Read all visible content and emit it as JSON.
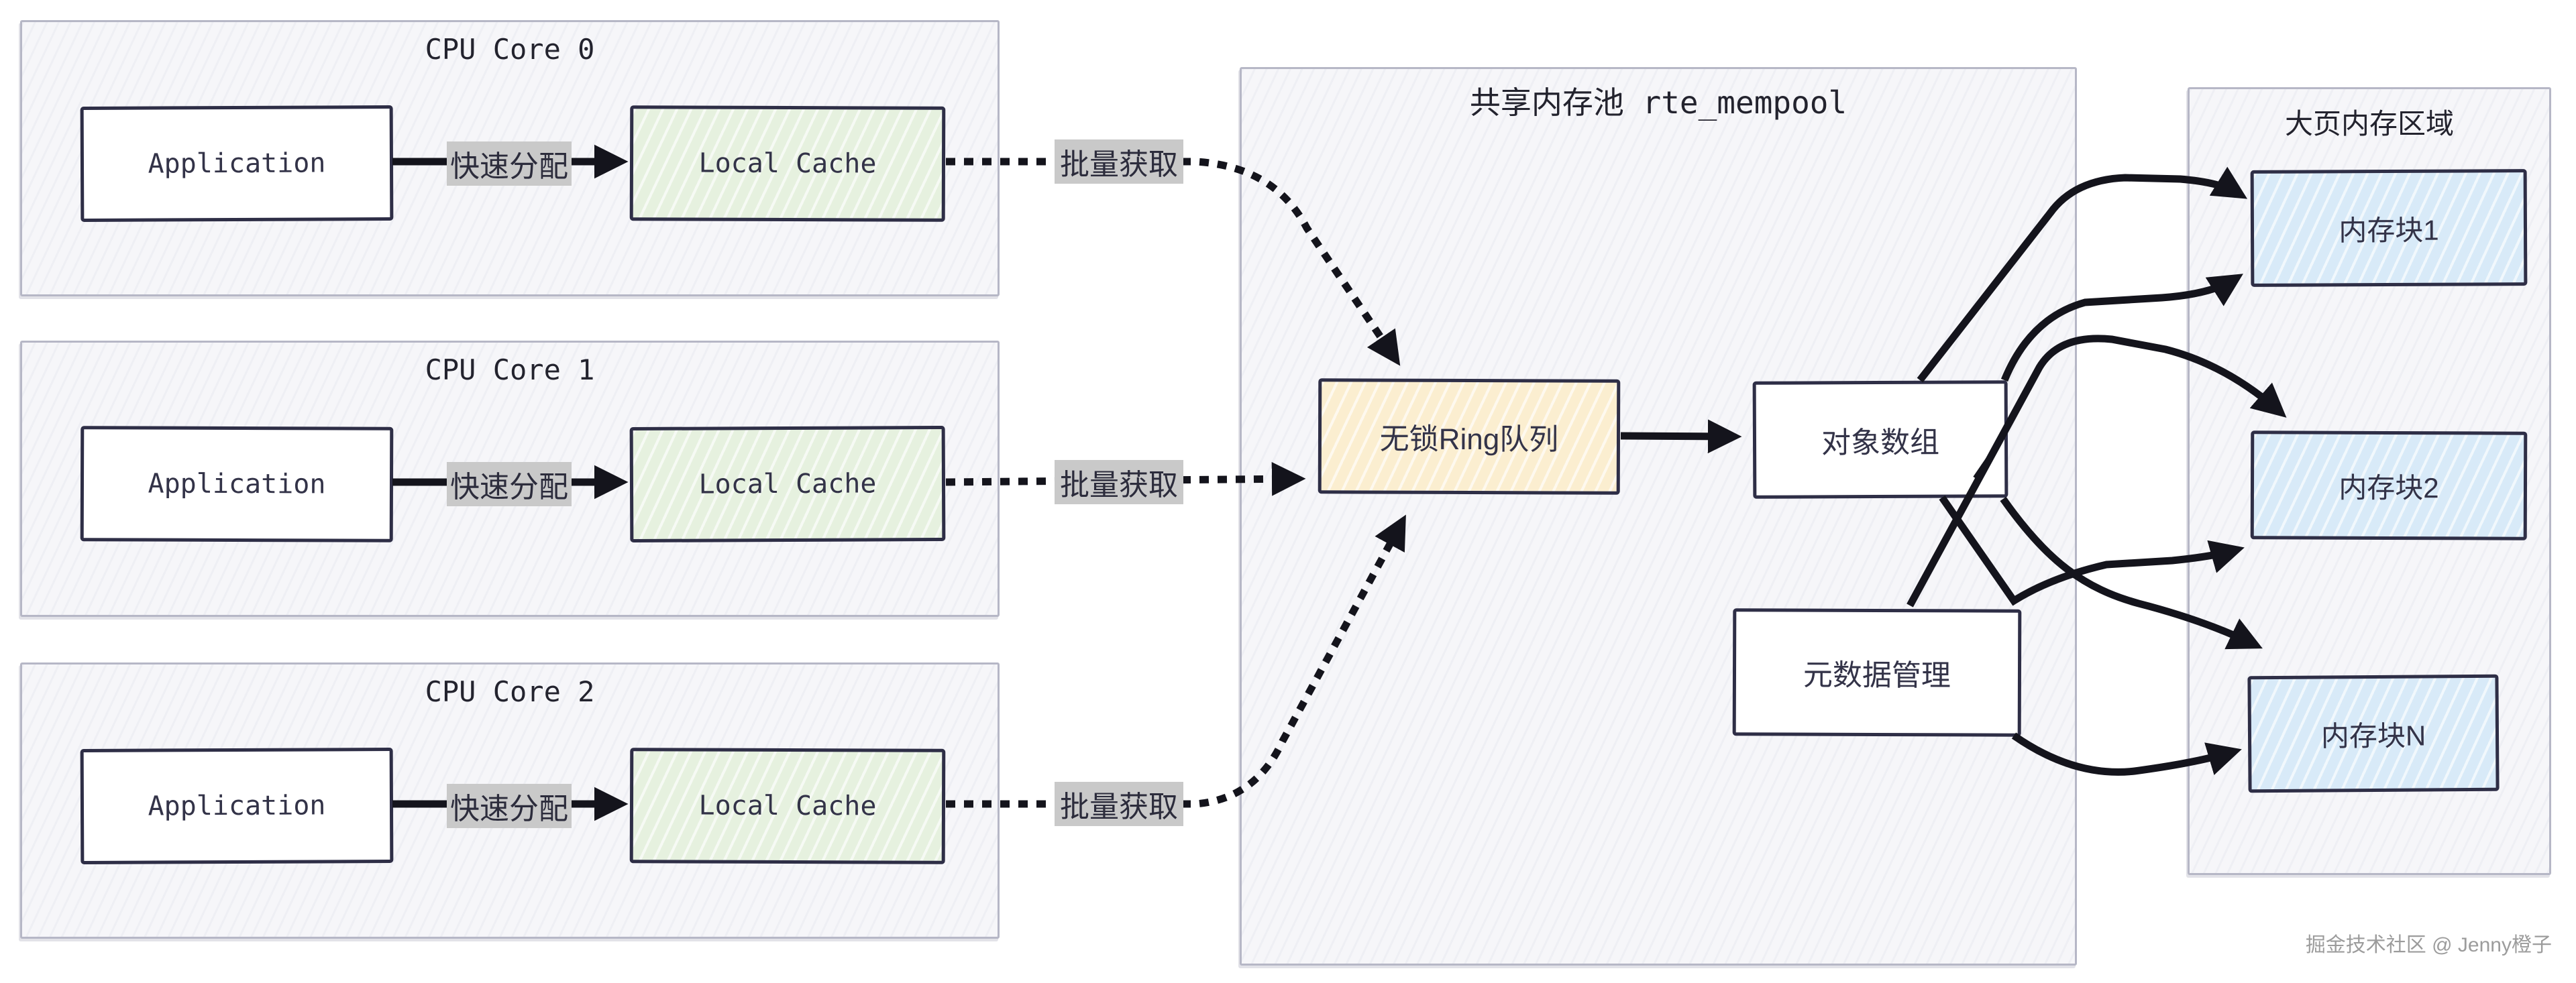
{
  "cpu_cores": [
    {
      "title": "CPU Core 0",
      "application": "Application",
      "local_cache": "Local Cache",
      "fast_alloc_label": "快速分配",
      "batch_fetch_label": "批量获取"
    },
    {
      "title": "CPU Core 1",
      "application": "Application",
      "local_cache": "Local Cache",
      "fast_alloc_label": "快速分配",
      "batch_fetch_label": "批量获取"
    },
    {
      "title": "CPU Core 2",
      "application": "Application",
      "local_cache": "Local Cache",
      "fast_alloc_label": "快速分配",
      "batch_fetch_label": "批量获取"
    }
  ],
  "mempool": {
    "title": "共享内存池 rte_mempool",
    "ring_queue": "无锁Ring队列",
    "object_array": "对象数组",
    "metadata_mgmt": "元数据管理"
  },
  "hugepage": {
    "title": "大页内存区域",
    "blocks": [
      {
        "label": "内存块1"
      },
      {
        "label": "内存块2"
      },
      {
        "label": "内存块N"
      }
    ]
  },
  "watermark": "掘金技术社区 @ Jenny橙子",
  "colors": {
    "box_border": "#2e2e46",
    "container_border": "#b6b7c6",
    "container_fill": "#f6f6f9",
    "cache_fill": "#e6f1df",
    "ring_fill": "#fbeed0",
    "block_fill": "#d8eaf8",
    "label_bg": "#c9c9c9",
    "arrow": "#14141c",
    "text": "#333348",
    "watermark": "#9c9c9c"
  }
}
